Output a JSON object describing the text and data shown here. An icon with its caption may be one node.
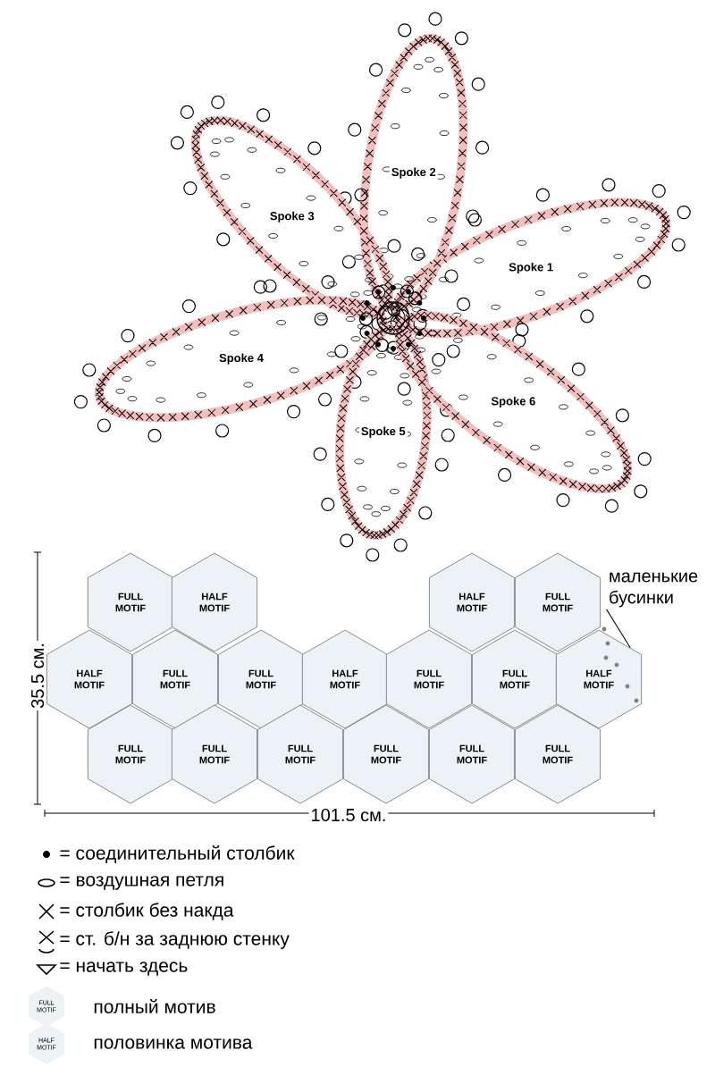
{
  "diagram": {
    "nodes": [
      {
        "text": [
          "FULL MOTIF"
        ]
      },
      {
        "text": [
          "HALF MOTIF"
        ]
      },
      {
        "text": [
          "HALF MOTIF"
        ]
      },
      {
        "text": [
          "FULL MOTIF"
        ]
      },
      {
        "text": [
          "HALF MOTIF"
        ]
      },
      {
        "text": [
          "FULL MOTIF"
        ]
      },
      {
        "text": [
          "FULL MOTIF"
        ]
      },
      {
        "text": [
          "HALF MOTIF"
        ]
      },
      {
        "text": [
          "FULL MOTIF"
        ]
      },
      {
        "text": [
          "FULL MOTIF"
        ]
      },
      {
        "text": [
          "HALF MOTIF"
        ]
      },
      {
        "text": [
          "FULL MOTIF"
        ]
      },
      {
        "text": [
          "FULL MOTIF"
        ]
      },
      {
        "text": [
          "FULL MOTIF"
        ]
      },
      {
        "text": [
          "FULL MOTIF"
        ]
      },
      {
        "text": [
          "FULL MOTIF"
        ]
      },
      {
        "text": [
          "FULL MOTIF"
        ]
      },
      {
        "text": [
          "маленькие бусинки"
        ]
      }
    ],
    "edges": [
      {
        "from": 17,
        "to": 10,
        "arrow": "none"
      }
    ],
    "labels": [
      "Spoke 1",
      "Spoke 2",
      "Spoke 3",
      "Spoke 4",
      "Spoke 5",
      "Spoke 6",
      "35.5 см.",
      "101.5 см.",
      "FULL MOTIF",
      "HALF MOTIF"
    ],
    "legend": [
      {
        "text": "= соединительный столбик"
      },
      {
        "text": "= воздушная петля"
      },
      {
        "text": "= столбик без накда"
      },
      {
        "text": "= ст. б/н за заднюю стенку"
      },
      {
        "text": "= начать здесь"
      },
      {
        "text": "полный мотив"
      },
      {
        "text": "половинка мотива"
      }
    ]
  }
}
